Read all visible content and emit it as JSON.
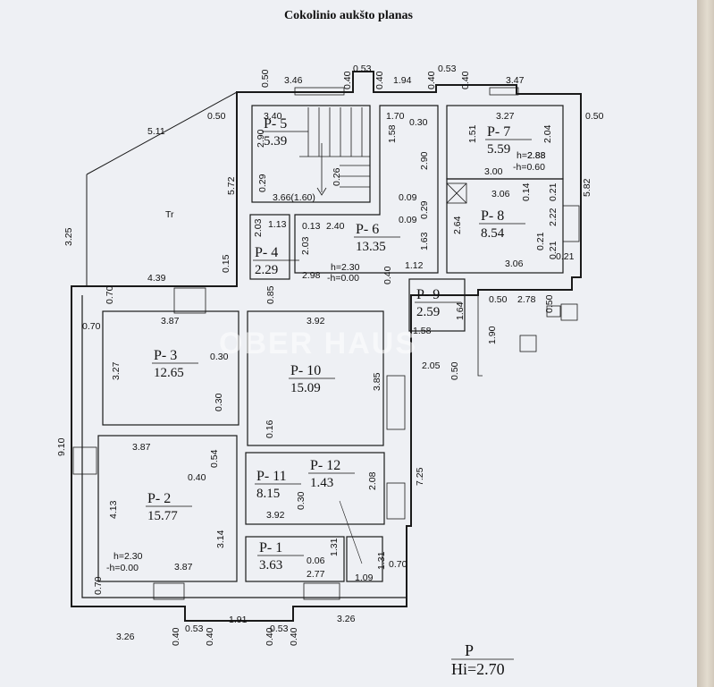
{
  "title": "Cokolinio aukšto planas",
  "watermark": "OBER HAUS",
  "rooms": [
    {
      "name": "P- 1",
      "area": "3.63"
    },
    {
      "name": "P- 2",
      "area": "15.77"
    },
    {
      "name": "P- 3",
      "area": "12.65"
    },
    {
      "name": "P- 4",
      "area": "2.29"
    },
    {
      "name": "P- 5",
      "area": "5.39"
    },
    {
      "name": "P- 6",
      "area": "13.35"
    },
    {
      "name": "P- 7",
      "area": "5.59"
    },
    {
      "name": "P- 8",
      "area": "8.54"
    },
    {
      "name": "P- 9",
      "area": "2.59"
    },
    {
      "name": "P- 10",
      "area": "15.09"
    },
    {
      "name": "P- 11",
      "area": "8.15"
    },
    {
      "name": "P- 12",
      "area": "1.43"
    }
  ],
  "annotations": {
    "tr": "Tr",
    "h_p6": "h=2.30",
    "hh_p6": "-h=0.00",
    "h_p7": "h=2.88",
    "hh_p7": "-h=0.60",
    "h_p2": "h=2.30",
    "hh_p2": "-h=0.00",
    "stair": "3.66(1.60)",
    "legend_p": "P",
    "legend_hi": "Hi=2.70"
  },
  "dimensions": [
    "0.50",
    "3.46",
    "0.40",
    "0.53",
    "0.40",
    "1.94",
    "0.40",
    "0.53",
    "0.40",
    "3.47",
    "5.11",
    "0.50",
    "3.40",
    "2.90",
    "1.70",
    "1.58",
    "0.30",
    "3.27",
    "1.51",
    "2.04",
    "0.50",
    "5.72",
    "0.26",
    "0.29",
    "2.90",
    "3.00",
    "2.88",
    "5.82",
    "3.25",
    "0.09",
    "0.09",
    "0.29",
    "3.06",
    "0.14",
    "0.21",
    "0.21",
    "2.22",
    "2.03",
    "1.13",
    "0.13",
    "2.40",
    "2.03",
    "2.64",
    "1.63",
    "0.21",
    "4.39",
    "0.15",
    "2.98",
    "0.40",
    "1.12",
    "3.06",
    "0.21",
    "0.70",
    "0.85",
    "0.50",
    "2.78",
    "0.50",
    "3.87",
    "3.92",
    "1.64",
    "0.70",
    "1.58",
    "1.90",
    "3.27",
    "0.30",
    "2.05",
    "0.50",
    "3.85",
    "0.30",
    "9.10",
    "0.16",
    "3.87",
    "0.40",
    "0.54",
    "2.08",
    "7.25",
    "4.13",
    "3.92",
    "0.30",
    "3.14",
    "1.31",
    "0.06",
    "1.31",
    "0.70",
    "3.87",
    "2.77",
    "1.09",
    "0.70",
    "1.91",
    "3.26",
    "3.26",
    "0.40",
    "0.53",
    "0.40",
    "0.40",
    "0.53",
    "0.40"
  ]
}
